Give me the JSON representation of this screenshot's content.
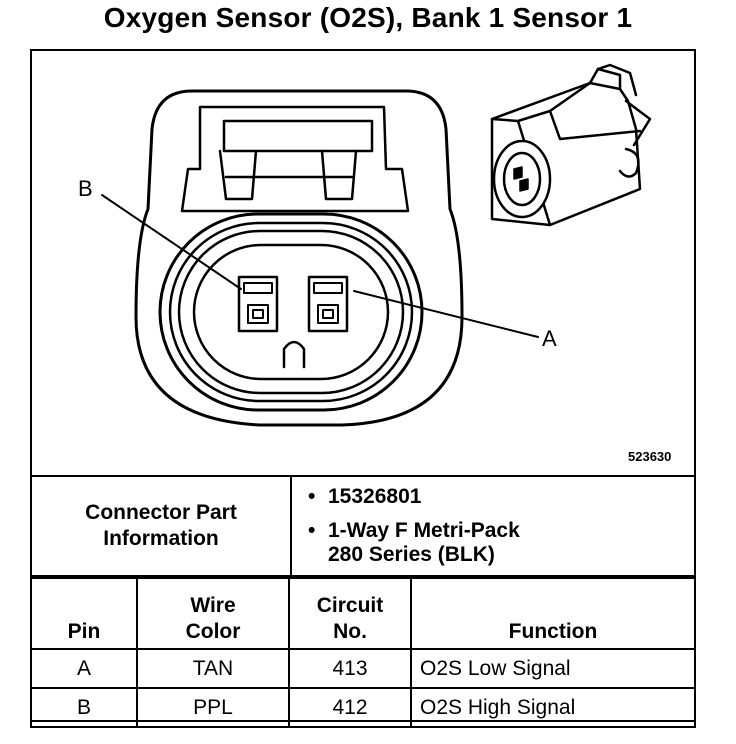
{
  "title": "Oxygen Sensor (O2S), Bank 1 Sensor 1",
  "figure_number": "523630",
  "pin_labels": {
    "a": "A",
    "b": "B"
  },
  "connector_info": {
    "label_line1": "Connector Part",
    "label_line2": "Information",
    "part_number": "15326801",
    "description_line1": "1-Way F Metri-Pack",
    "description_line2": "280 Series (BLK)",
    "bullet": "•"
  },
  "pin_table": {
    "headers": {
      "pin": "Pin",
      "wire_color_1": "Wire",
      "wire_color_2": "Color",
      "circuit_1": "Circuit",
      "circuit_2": "No.",
      "function": "Function"
    },
    "rows": [
      {
        "pin": "A",
        "wire_color": "TAN",
        "circuit": "413",
        "function": "O2S Low Signal"
      },
      {
        "pin": "B",
        "wire_color": "PPL",
        "circuit": "412",
        "function": "O2S High Signal"
      }
    ]
  }
}
